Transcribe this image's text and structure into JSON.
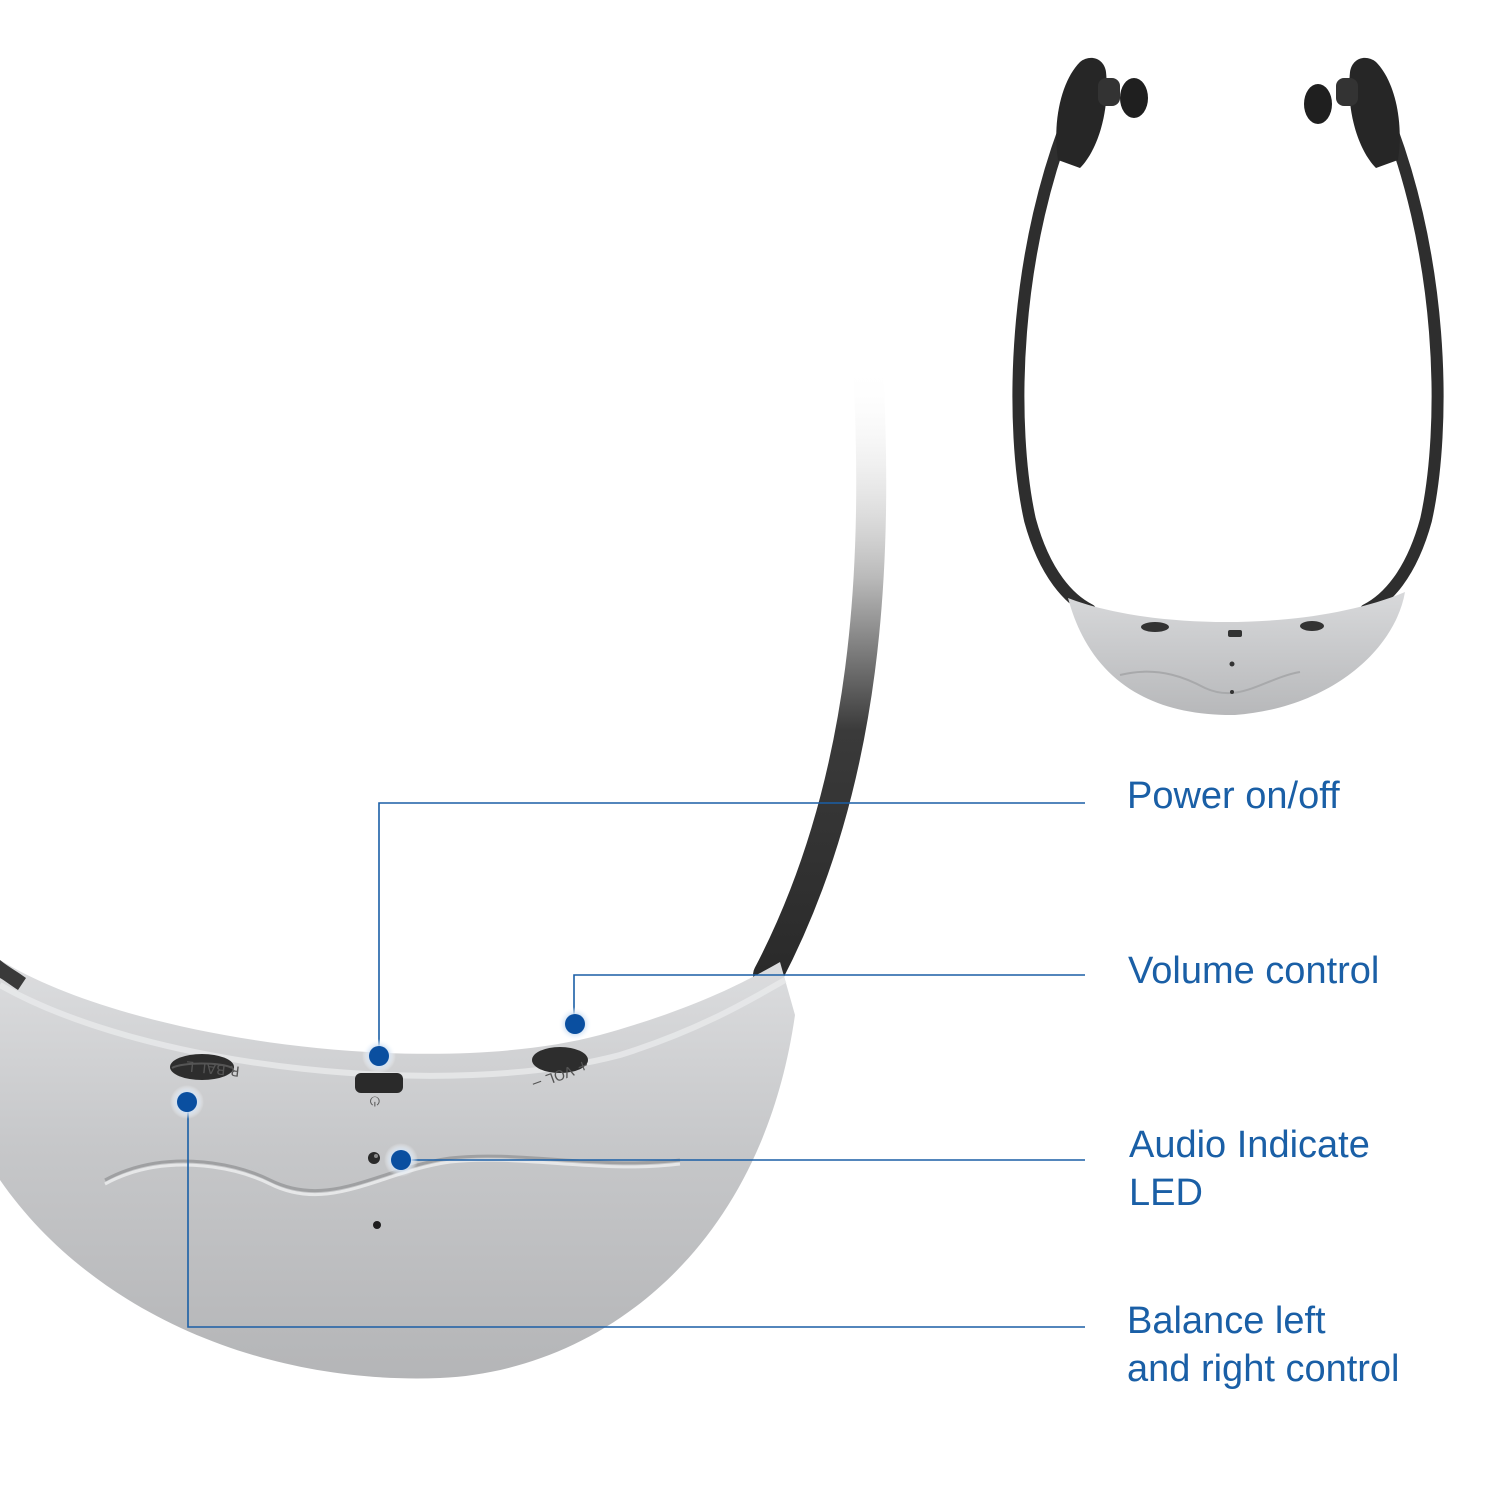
{
  "colors": {
    "accent": "#1a5fa6",
    "dot": "#0a4fa0",
    "body_silver": "#c9cacc",
    "cable_black": "#2b2b2b"
  },
  "callouts": {
    "power": "Power on/off",
    "volume": "Volume control",
    "led": "Audio Indicate\nLED",
    "balance": "Balance left\nand right control"
  },
  "device_markings": {
    "power_symbol": "⏻",
    "volume": "+ VOL −",
    "balance": "R  BAL  L"
  }
}
